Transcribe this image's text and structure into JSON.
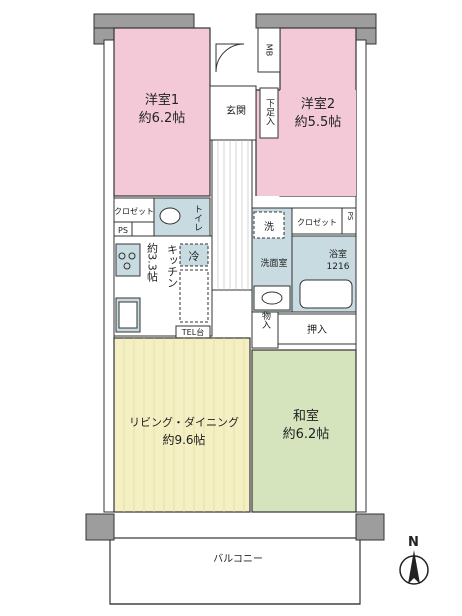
{
  "rooms": {
    "western1": {
      "name": "洋室1",
      "size": "約6.2帖"
    },
    "western2": {
      "name": "洋室2",
      "size": "約5.5帖"
    },
    "japanese": {
      "name": "和室",
      "size": "約6.2帖"
    },
    "living": {
      "name": "リビング・ダイニング",
      "size": "約9.6帖"
    },
    "kitchen": {
      "name": "キッチン",
      "size": "約3.3帖"
    },
    "entrance": {
      "name": "玄関"
    },
    "shoe_box": {
      "name": "下足入"
    },
    "mb": {
      "name": "MB"
    },
    "closet_left": {
      "name": "クロゼット"
    },
    "closet_right": {
      "name": "クロゼット"
    },
    "toilet": {
      "name": "トイレ"
    },
    "ps_left": {
      "name": "PS"
    },
    "ps_right": {
      "name": "PS"
    },
    "washroom": {
      "name": "洗面室"
    },
    "wash_mark": {
      "name": "洗"
    },
    "bathroom": {
      "name": "浴室",
      "size": "1216"
    },
    "storage": {
      "name": "物入"
    },
    "oshiire": {
      "name": "押入"
    },
    "fridge": {
      "name": "冷"
    },
    "tel": {
      "name": "TEL台"
    },
    "balcony": {
      "name": "バルコニー"
    }
  },
  "compass": {
    "label": "N"
  },
  "colors": {
    "western": "#f3c9d8",
    "japanese": "#d6e4bd",
    "living": "#f5f0c3",
    "water": "#c7dbe0",
    "wall": "#9d9d9d",
    "line": "#333333"
  }
}
